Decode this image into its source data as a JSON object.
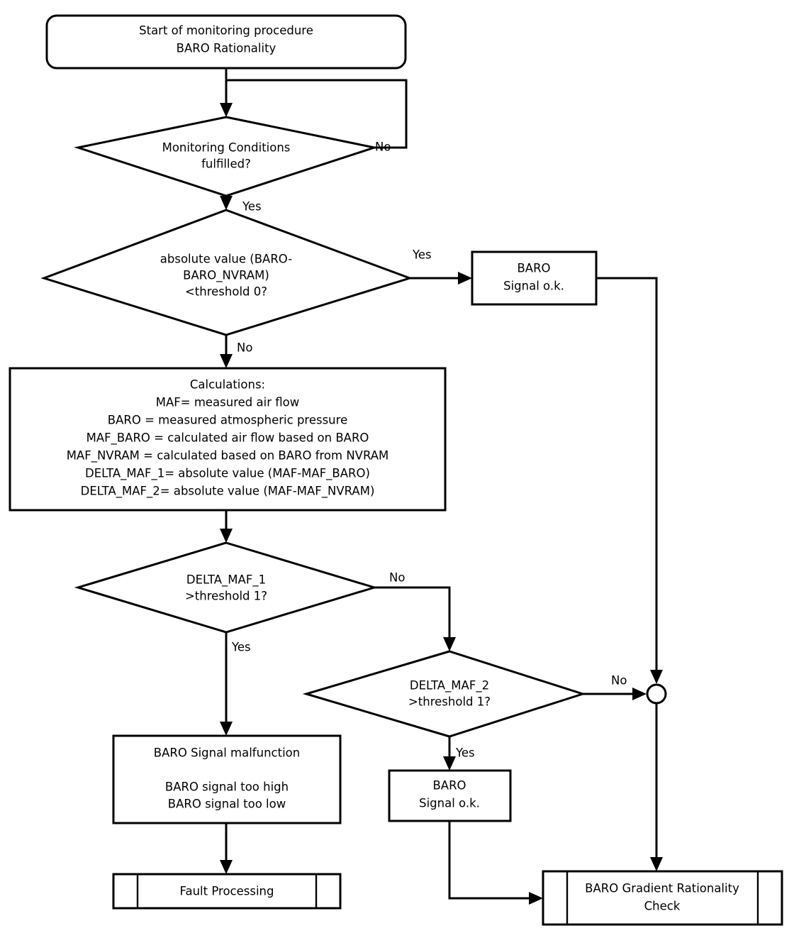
{
  "diagram": {
    "title": "BARO Rationality monitoring procedure flowchart",
    "colors": {
      "stroke": "#000000",
      "fill": "#ffffff",
      "text": "#000000"
    },
    "nodes": {
      "start": {
        "shape": "rounded-rectangle",
        "line1": "Start of monitoring procedure",
        "line2": "BARO Rationality"
      },
      "monitoring_conditions": {
        "shape": "diamond",
        "line1": "Monitoring Conditions",
        "line2": "fulfilled?"
      },
      "abs_value_check": {
        "shape": "diamond",
        "line1": "absolute value (BARO-",
        "line2": "BARO_NVRAM)",
        "line3": "<threshold 0?"
      },
      "baro_signal_ok_top": {
        "shape": "rectangle",
        "line1": "BARO",
        "line2": "Signal o.k."
      },
      "calculations": {
        "shape": "rectangle",
        "line1": "Calculations:",
        "line2": "MAF= measured air flow",
        "line3": "BARO = measured atmospheric pressure",
        "line4": "MAF_BARO = calculated air flow based on BARO",
        "line5": "MAF_NVRAM = calculated based on BARO from NVRAM",
        "line6": "DELTA_MAF_1= absolute value (MAF-MAF_BARO)",
        "line7": "DELTA_MAF_2= absolute value (MAF-MAF_NVRAM)"
      },
      "delta_maf_1_check": {
        "shape": "diamond",
        "line1": "DELTA_MAF_1",
        "line2": ">threshold 1?"
      },
      "delta_maf_2_check": {
        "shape": "diamond",
        "line1": "DELTA_MAF_2",
        "line2": ">threshold 1?"
      },
      "baro_signal_malfunction": {
        "shape": "rectangle",
        "line1": "BARO Signal malfunction",
        "line2": "BARO signal too high",
        "line3": "BARO signal too low"
      },
      "baro_signal_ok_bottom": {
        "shape": "rectangle",
        "line1": "BARO",
        "line2": "Signal o.k."
      },
      "fault_processing": {
        "shape": "predefined-process",
        "line1": "Fault Processing"
      },
      "baro_gradient_rationality_check": {
        "shape": "predefined-process",
        "line1": "BARO Gradient Rationality",
        "line2": "Check"
      },
      "merge_connector": {
        "shape": "circle",
        "label": ""
      }
    },
    "edge_labels": {
      "monitoring_no": "No",
      "monitoring_yes": "Yes",
      "abs_value_yes": "Yes",
      "abs_value_no": "No",
      "delta1_no": "No",
      "delta1_yes": "Yes",
      "delta2_no": "No",
      "delta2_yes": "Yes"
    }
  }
}
